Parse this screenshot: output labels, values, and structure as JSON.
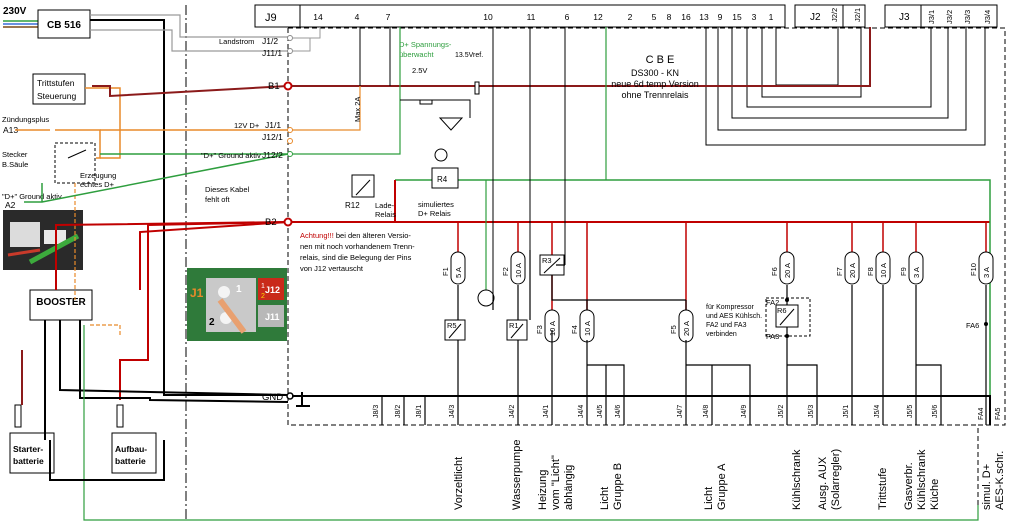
{
  "mains_label": "230V",
  "cb516": "CB 516",
  "trittstufen": [
    "Trittstufen",
    "Steuerung"
  ],
  "zuendung": {
    "label": "Zündungsplus",
    "pin": "A13"
  },
  "stecker": [
    "Stecker",
    "B.Säule"
  ],
  "erzeugung": [
    "Erzeugung",
    "echtes D+"
  ],
  "ground_a2": {
    "label": "\"D+\" Ground aktiv",
    "pin": "A2"
  },
  "kabel_note": [
    "Dieses Kabel",
    "fehlt oft"
  ],
  "booster": "BOOSTER",
  "starter": [
    "Starter-",
    "batterie"
  ],
  "aufbau": [
    "Aufbau-",
    "batterie"
  ],
  "j9_label": "J9",
  "j9_pins": [
    "14",
    "4",
    "7",
    "10",
    "11",
    "6",
    "12",
    "2",
    "5",
    "8",
    "16",
    "13",
    "9",
    "15",
    "3",
    "1"
  ],
  "j2": {
    "label": "J2",
    "pins": [
      "J2/2",
      "J2/1"
    ]
  },
  "j3": {
    "label": "J3",
    "pins": [
      "J3/1",
      "J3/2",
      "J3/3",
      "J3/4"
    ]
  },
  "inputs": {
    "landstrom": "Landstrom",
    "j1_2": "J1/2",
    "j11_1": "J11/1",
    "b1": "B1",
    "v12": "12V D+",
    "j1_1": "J1/1",
    "j12_1": "J12/1",
    "ground_aktiv": "\"D+\" Ground aktiv",
    "j12_2": "J12/2",
    "b2": "B2",
    "gnd": "GND"
  },
  "dplus": [
    "D+ Spannungs-",
    "überwacht",
    "13.5Vref."
  ],
  "v25": "2.5V",
  "max2a": "Max 2A",
  "cbe": {
    "title": "C B E",
    "model": "DS300 - KN",
    "line1": "neue 6d temp Version",
    "line2": "ohne Trennrelais"
  },
  "relays": {
    "r4": "R4",
    "r12": "R12",
    "lade": [
      "Lade-",
      "Relais"
    ],
    "simuliert": [
      "simuliertes",
      "D+ Relais"
    ],
    "r5": "R5",
    "r1": "R1",
    "r3": "R3",
    "r6": "R6"
  },
  "achtung": {
    "bold": "Achtung!!!",
    "lines": [
      " bei den älteren Versio-",
      "nen mit noch vorhandenem Trenn-",
      "relais, sind die Belegung der Pins",
      "von J12 vertauscht"
    ]
  },
  "photo": {
    "j1": "J1",
    "one": "1",
    "two": "2",
    "j12": "J12",
    "j11": "J11",
    "n1": "1",
    "n2": "2"
  },
  "fuses": [
    {
      "name": "F1",
      "rating": "5 A"
    },
    {
      "name": "F2",
      "rating": "10 A"
    },
    {
      "name": "F3",
      "rating": "10 A"
    },
    {
      "name": "F4",
      "rating": "10 A"
    },
    {
      "name": "F5",
      "rating": "20 A"
    },
    {
      "name": "F6",
      "rating": "20 A"
    },
    {
      "name": "F7",
      "rating": "20 A"
    },
    {
      "name": "F8",
      "rating": "10 A"
    },
    {
      "name": "F9",
      "rating": "3 A"
    },
    {
      "name": "F10",
      "rating": "3 A"
    }
  ],
  "kompressor": [
    "für Kompressor",
    "und AES Kühlsch.",
    "FA2 und FA3",
    "verbinden"
  ],
  "fa": {
    "fa2": "FA2",
    "fa3": "FA3",
    "fa6": "FA6",
    "fa4": "FA4",
    "fa5": "FA5"
  },
  "bottom_pins": [
    "J8/3",
    "J8/2",
    "J8/1",
    "J4/3",
    "J4/2",
    "J4/1",
    "J4/4",
    "J4/5",
    "J4/6",
    "J4/7",
    "J4/8",
    "J4/9",
    "J5/2",
    "J5/3",
    "J5/1",
    "J5/4",
    "J5/5",
    "J5/6"
  ],
  "outputs": [
    [
      "Vorzeltlicht"
    ],
    [
      "Wasserpumpe"
    ],
    [
      "Heizung",
      "vom \"Licht\"",
      "abhängig"
    ],
    [
      "Licht",
      "Gruppe B"
    ],
    [
      "Licht",
      "Gruppe A"
    ],
    [
      "Kühlschrank"
    ],
    [
      "Ausg. AUX",
      "(Solarregler)"
    ],
    [
      "Trittstufe"
    ],
    [
      "Gasverbr.",
      "Kühlschrank",
      "Küche"
    ],
    [
      "simul. D+",
      "AES-K.schr."
    ]
  ]
}
